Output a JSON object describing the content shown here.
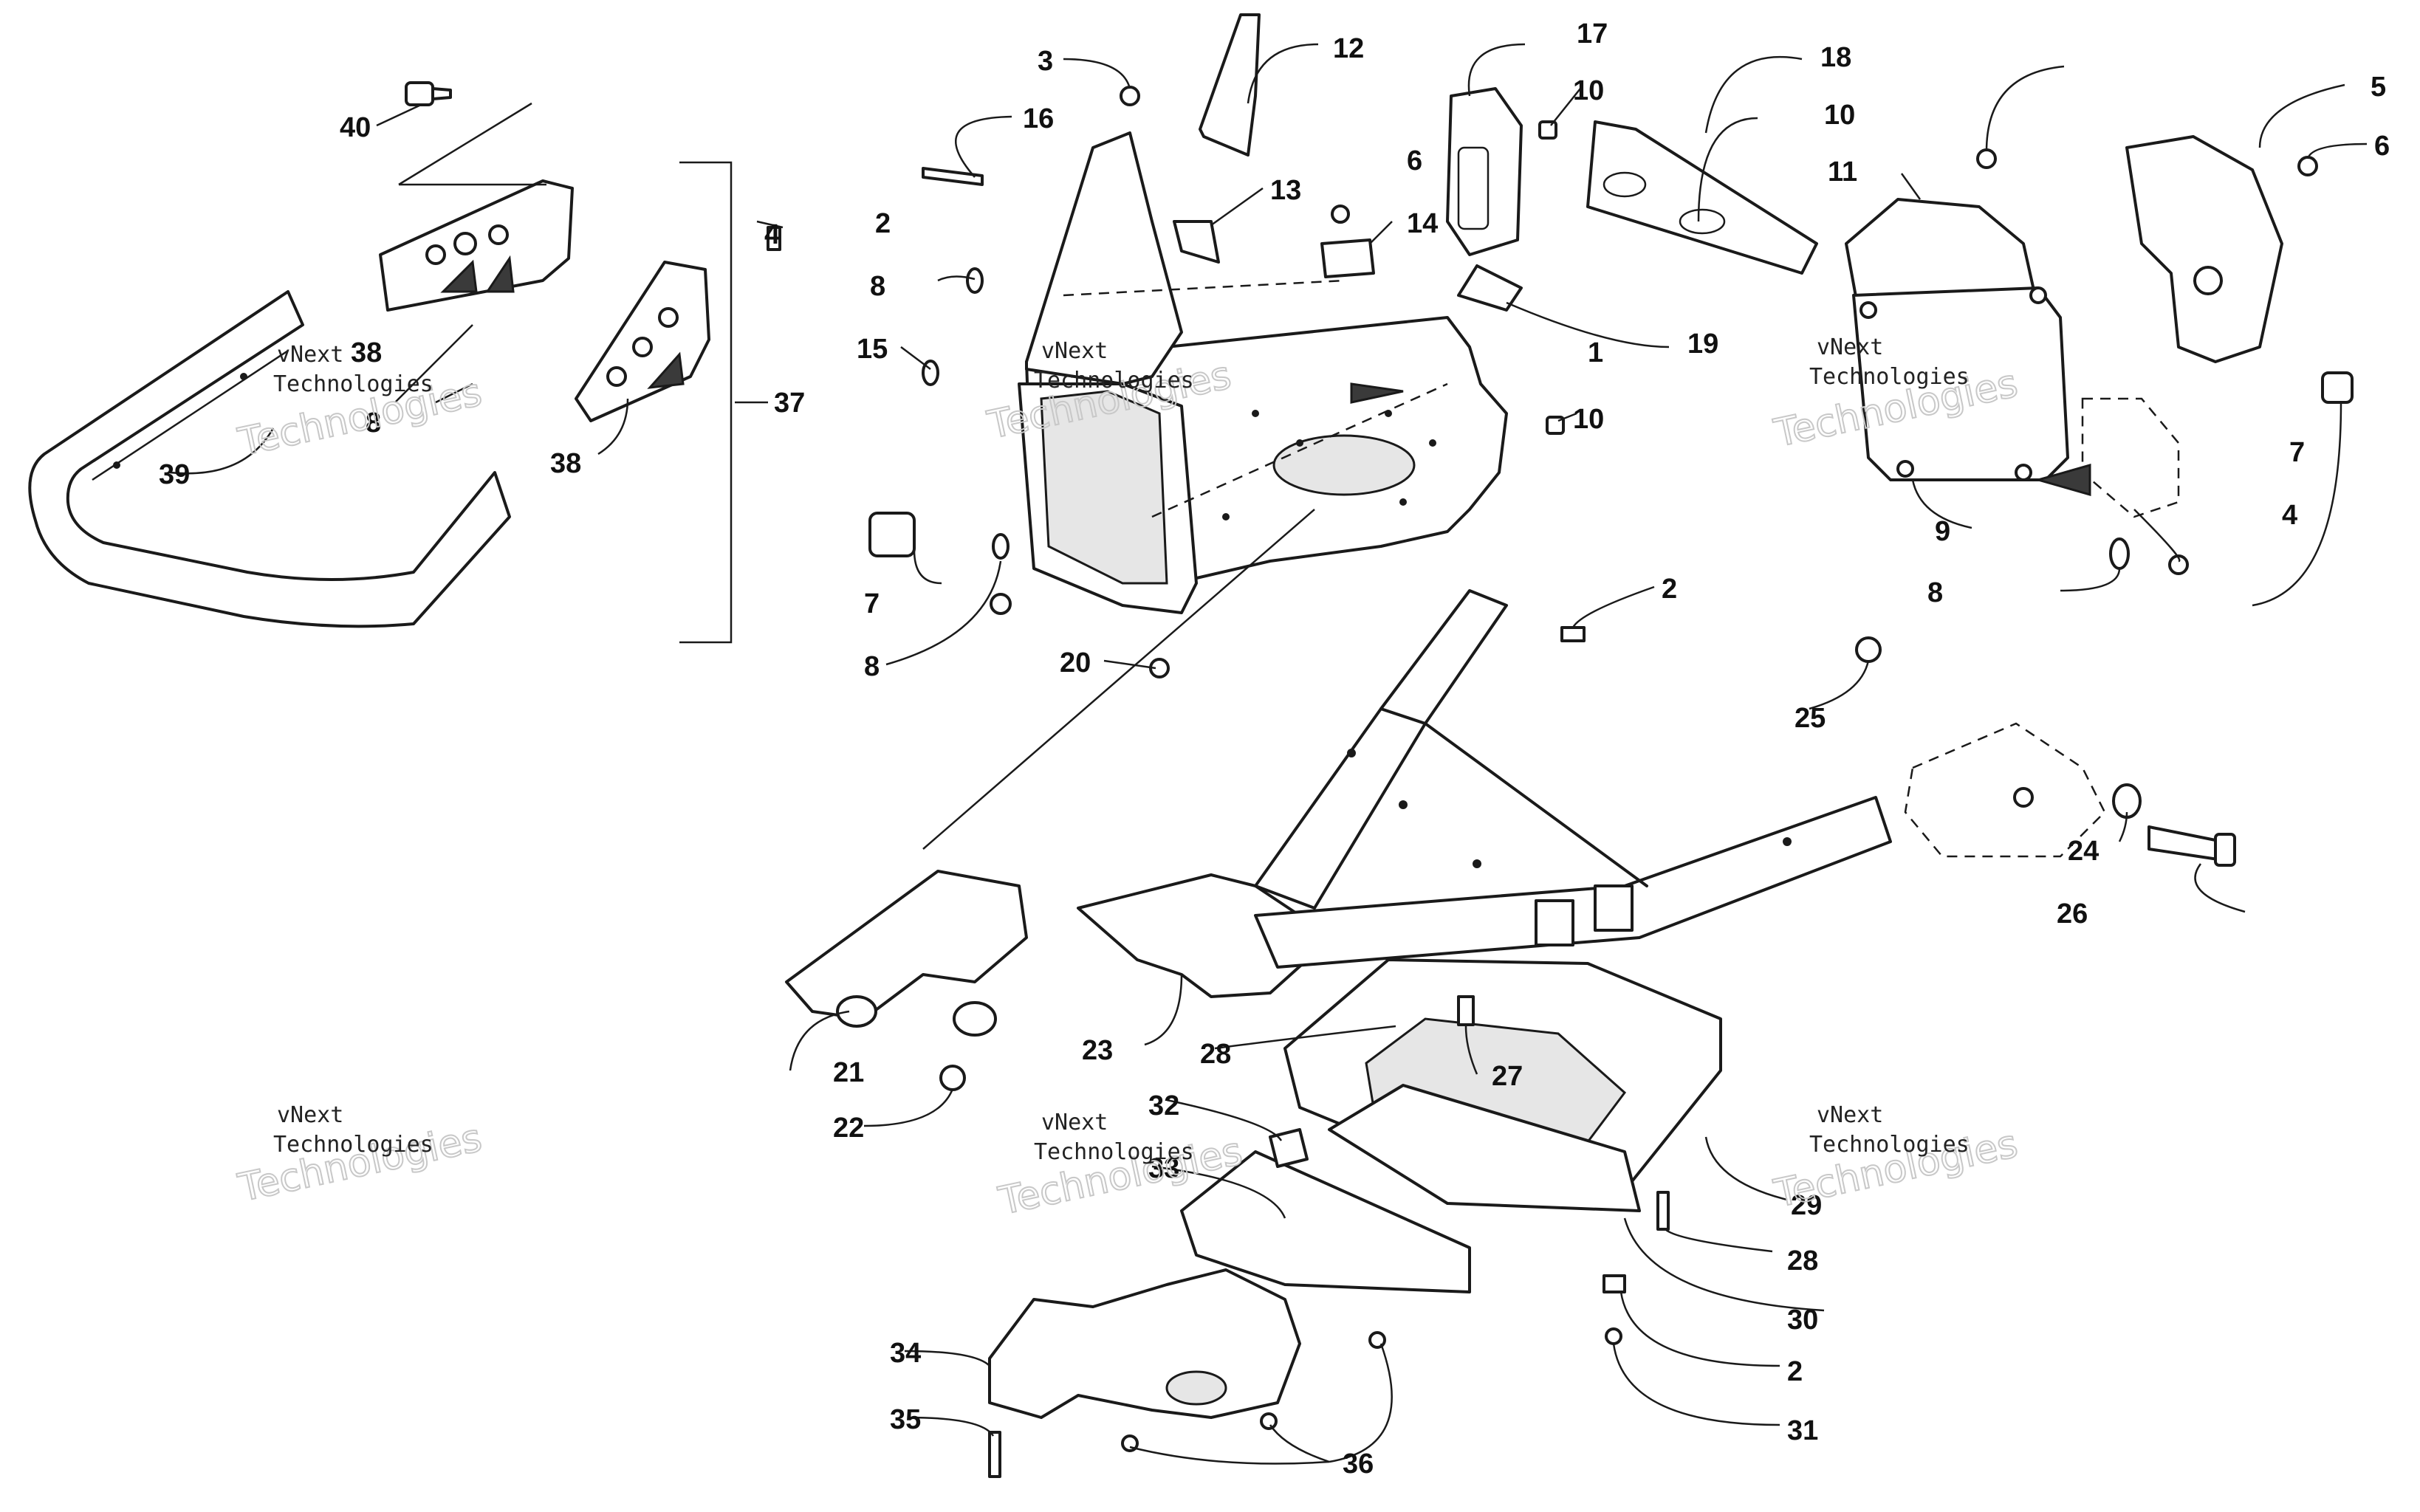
{
  "callouts": [
    "1",
    "2",
    "3",
    "4",
    "5",
    "6",
    "7",
    "8",
    "9",
    "10",
    "11",
    "12",
    "13",
    "14",
    "15",
    "16",
    "17",
    "18",
    "19",
    "20",
    "21",
    "22",
    "23",
    "24",
    "25",
    "26",
    "27",
    "28",
    "29",
    "30",
    "31",
    "32",
    "33",
    "34",
    "35",
    "36",
    "37",
    "38",
    "39",
    "40"
  ],
  "watermark": {
    "line1": "vNext",
    "line2": "Technologies"
  }
}
